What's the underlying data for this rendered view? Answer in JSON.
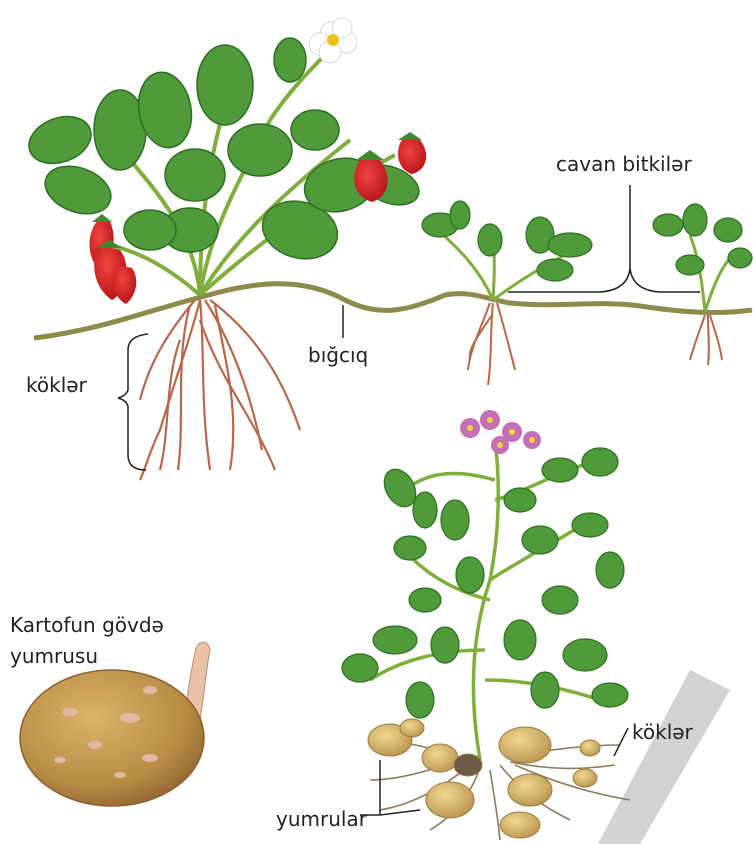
{
  "labels": {
    "young_plants": "cavan bitkilər",
    "runner": "bığcıq",
    "roots_strawberry": "köklər",
    "potato_tuber_line1": "Kartofun gövdə",
    "potato_tuber_line2": "yumrusu",
    "roots_potato": "köklər",
    "tubers": "yumrular"
  },
  "colors": {
    "leaf": "#4f9a3a",
    "leaf_dark": "#2f6e22",
    "stem": "#7fae3c",
    "runner": "#8a8a4a",
    "berry": "#d7262b",
    "root": "#b7674a",
    "tuber": "#c9a462",
    "potato_flower": "#c46fb6",
    "accent_stripe": "#cfcfcf"
  }
}
